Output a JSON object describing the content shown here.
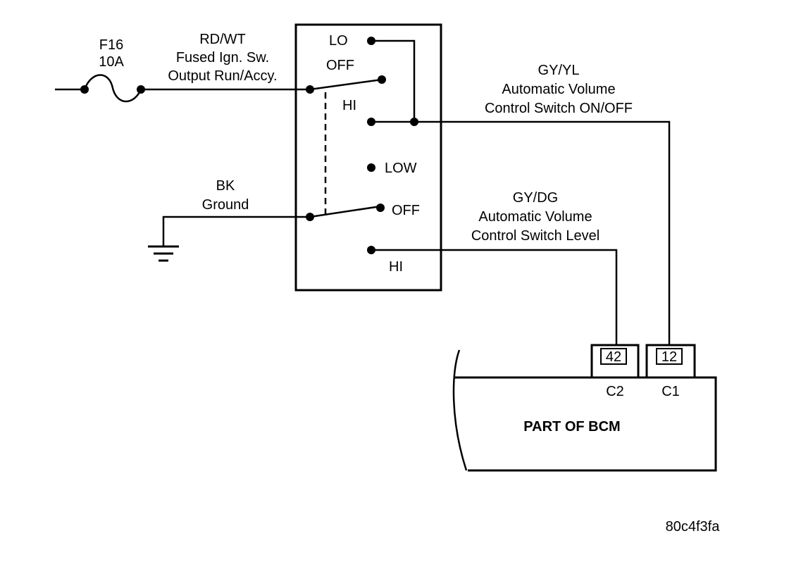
{
  "fuse": {
    "name": "F16",
    "rating": "10A"
  },
  "wires": {
    "power": {
      "color": "RD/WT",
      "desc1": "Fused Ign. Sw.",
      "desc2": "Output Run/Accy."
    },
    "ground": {
      "color": "BK",
      "desc1": "Ground"
    },
    "onoff": {
      "color": "GY/YL",
      "desc1": "Automatic Volume",
      "desc2": "Control Switch ON/OFF"
    },
    "level": {
      "color": "GY/DG",
      "desc1": "Automatic Volume",
      "desc2": "Control Switch Level"
    }
  },
  "switch": {
    "upper": {
      "lo": "LO",
      "off": "OFF",
      "hi": "HI"
    },
    "lower": {
      "low": "LOW",
      "off": "OFF",
      "hi": "HI"
    }
  },
  "bcm": {
    "label": "PART OF BCM",
    "pin_c2": "42",
    "pin_c1": "12",
    "conn_c2": "C2",
    "conn_c1": "C1"
  },
  "figure_id": "80c4f3fa"
}
